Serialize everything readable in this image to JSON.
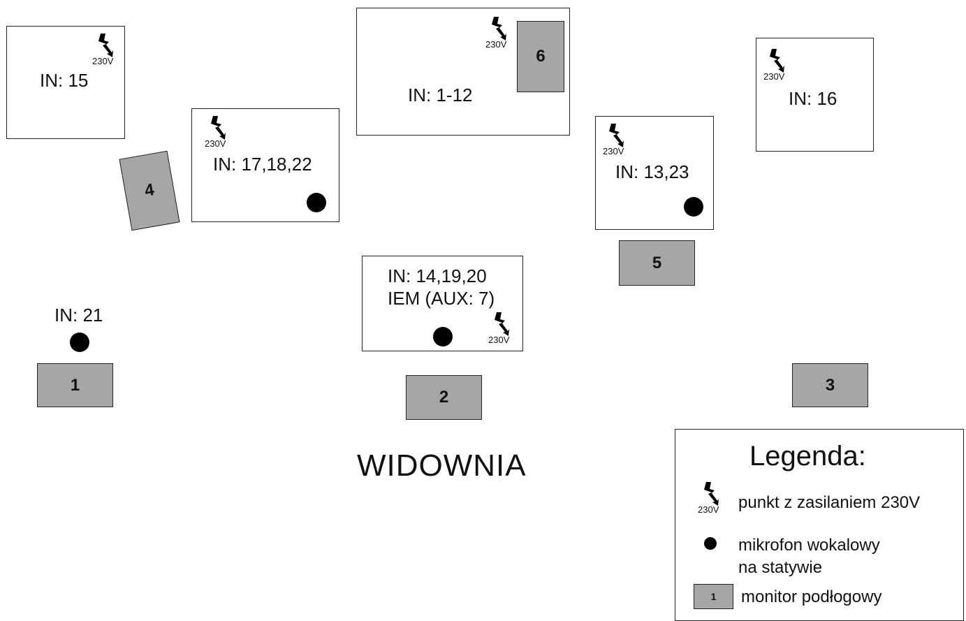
{
  "power_label": "230V",
  "stations": [
    {
      "id": "15",
      "label": "IN: 15"
    },
    {
      "id": "17-18-22",
      "label": "IN: 17,18,22"
    },
    {
      "id": "1-12",
      "label": "IN: 1-12"
    },
    {
      "id": "13-23",
      "label": "IN: 13,23"
    },
    {
      "id": "16",
      "label": "IN: 16"
    },
    {
      "id": "14-19-20",
      "label": "IN: 14,19,20",
      "label2": "IEM (AUX: 7)"
    },
    {
      "id": "21",
      "label": "IN: 21"
    }
  ],
  "monitors": [
    "1",
    "2",
    "3",
    "4",
    "5",
    "6"
  ],
  "audience_label": "WIDOWNIA",
  "legend": {
    "title": "Legenda:",
    "power_text": "punkt z zasilaniem 230V",
    "mic_text_line1": "mikrofon wokalowy",
    "mic_text_line2": "na statywie",
    "monitor_sample": "1",
    "monitor_text": "monitor podłogowy"
  },
  "colors": {
    "monitor_fill": "#a6a6a6",
    "outline": "#222222",
    "mic": "#000000"
  },
  "icons": [
    "lightning-bolt-icon",
    "microphone-dot-icon"
  ]
}
